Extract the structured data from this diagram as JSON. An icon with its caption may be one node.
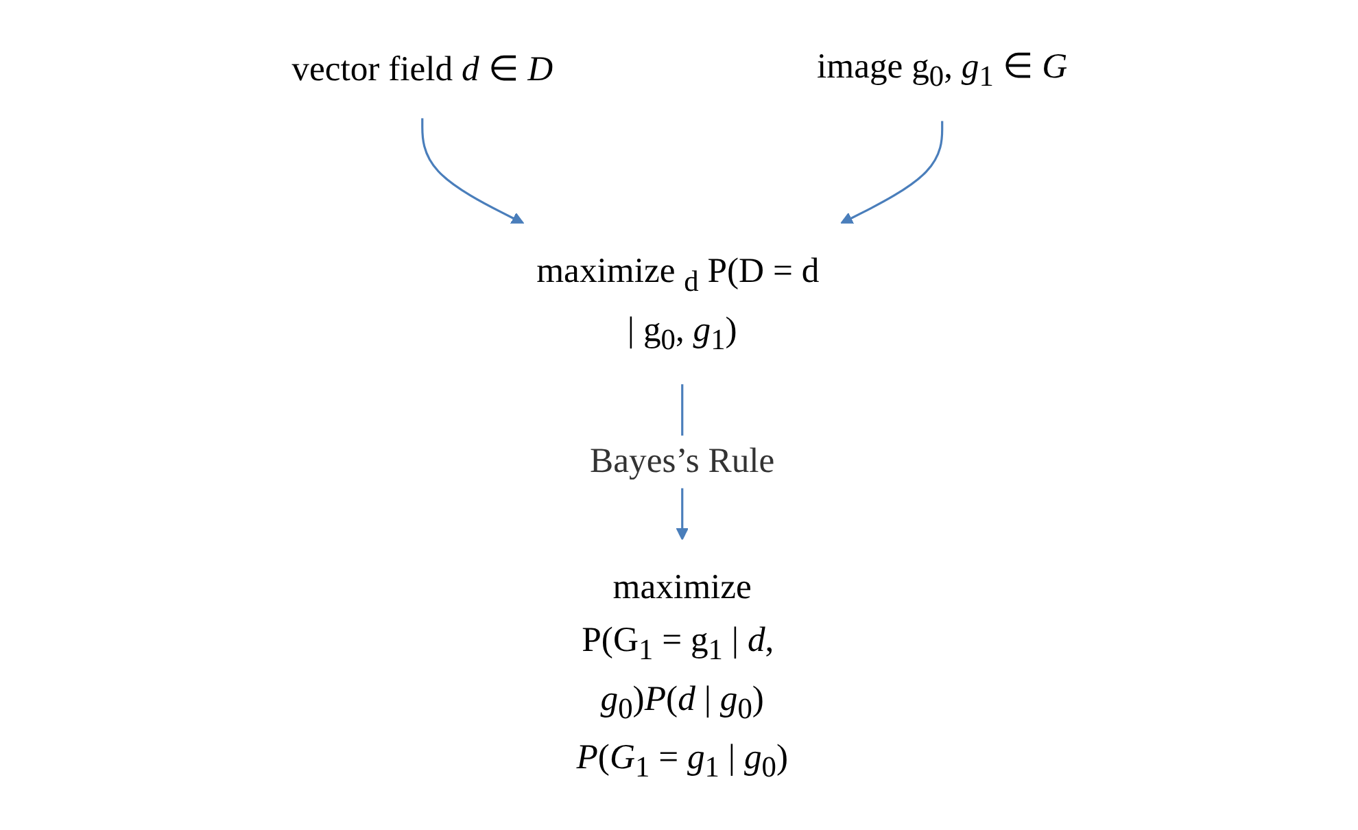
{
  "diagram": {
    "nodes": [
      {
        "text": [
          "vector field *d* ∈ *D*"
        ]
      },
      {
        "text": [
          "image g$_{0}$, *g*$_{1}$ ∈ *G*"
        ]
      },
      {
        "text": [
          "maximize $_{d}$ P(D = d | g$_{0}$, *g*$_{1}$)"
        ]
      },
      {
        "text": [
          "maximize",
          "P(G$_{1}$ = g$_{1}$ | *d*, *g*$_{0}$)*P*(*d* | *g*$_{0}$)",
          "*P*(*G*$_{1}$ = *g*$_{1}$ | *g*$_{0}$)"
        ]
      }
    ],
    "edges": [
      {
        "from": 0,
        "to": 2,
        "arrow": "to"
      },
      {
        "from": 1,
        "to": 2,
        "arrow": "to"
      },
      {
        "from": 2,
        "to": 3,
        "arrow": "to",
        "label": "Bayes’s Rule"
      }
    ]
  }
}
